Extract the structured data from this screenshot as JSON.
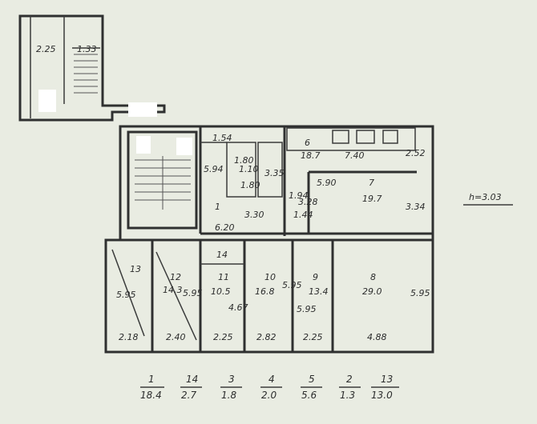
{
  "height_label": "h=3.03",
  "rooms": [
    {
      "id": "1",
      "area": "",
      "dim": "6.20"
    },
    {
      "id": "2",
      "area": "",
      "dim": "1.54"
    },
    {
      "id": "3",
      "area": "",
      "dim": "1.10"
    },
    {
      "id": "4",
      "area": "",
      "dim": "1.80"
    },
    {
      "id": "5",
      "area": "",
      "dim": "3.35"
    },
    {
      "id": "6",
      "area": "18.7",
      "dim": "7.40"
    },
    {
      "id": "7",
      "area": "19.7",
      "dim": "5.90"
    },
    {
      "id": "8",
      "area": "29.0",
      "dim": "4.88"
    },
    {
      "id": "9",
      "area": "13.4",
      "dim": "2.25"
    },
    {
      "id": "10",
      "area": "16.8",
      "dim": "2.82"
    },
    {
      "id": "11",
      "area": "10.5",
      "dim": "2.25"
    },
    {
      "id": "12",
      "area": "14.3",
      "dim": "2.40"
    },
    {
      "id": "13",
      "area": "",
      "dim": "2.18"
    },
    {
      "id": "14",
      "area": "",
      "dim": ""
    }
  ],
  "dims": {
    "stair_left": "2.25",
    "stair_right": "1.33",
    "d594": "5.94",
    "d180": "1.80",
    "d330": "3.30",
    "d194": "1.94",
    "d328": "3.28",
    "d144": "1.44",
    "d252": "2.52",
    "d334": "3.34",
    "d595a": "5.95",
    "d595b": "5.95",
    "d595c": "5.95",
    "d595d": "5.95",
    "d467": "4.67",
    "d595e": "5.95"
  },
  "legend": [
    {
      "room": "1",
      "area": "18.4"
    },
    {
      "room": "14",
      "area": "2.7"
    },
    {
      "room": "3",
      "area": "1.8"
    },
    {
      "room": "4",
      "area": "2.0"
    },
    {
      "room": "5",
      "area": "5.6"
    },
    {
      "room": "2",
      "area": "1.3"
    },
    {
      "room": "13",
      "area": "13.0"
    }
  ]
}
